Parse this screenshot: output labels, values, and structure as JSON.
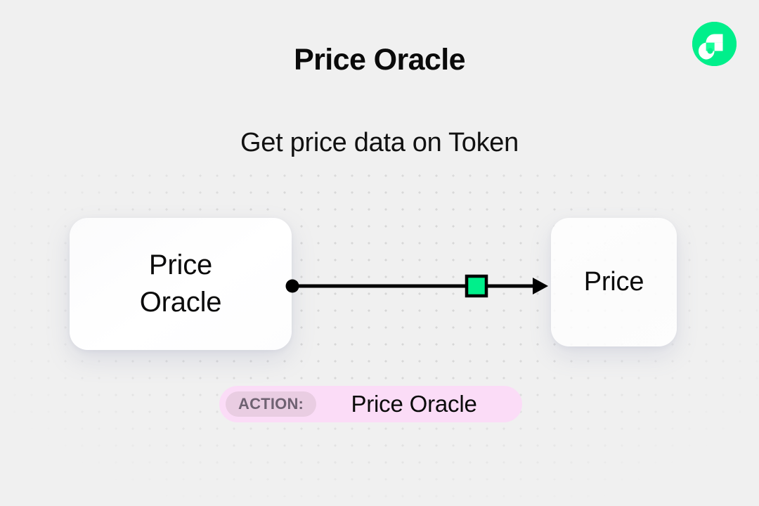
{
  "page": {
    "title": "Price Oracle",
    "subtitle": "Get price data on Token",
    "background_color": "#f0f0f0"
  },
  "logo": {
    "name": "flow-logo",
    "accent_color": "#00ef8b",
    "mark_color": "#ffffff"
  },
  "diagram": {
    "nodes": [
      {
        "id": "source",
        "label": "Price\nOracle",
        "label_line_1": "Price",
        "label_line_2": "Oracle",
        "role": "source"
      },
      {
        "id": "target",
        "label": "Price",
        "role": "target"
      }
    ],
    "edge": {
      "from": "source",
      "to": "target",
      "start_marker": "dot",
      "end_marker": "arrowhead",
      "midpoint_marker": "square",
      "stroke_color": "#000000",
      "midpoint_fill": "#00ef8b"
    }
  },
  "action_badge": {
    "key_label": "ACTION:",
    "value_label": "Price Oracle",
    "background_color": "#fbdcf7",
    "key_background_color": "#e9cde2",
    "key_text_color": "#6f6272"
  }
}
